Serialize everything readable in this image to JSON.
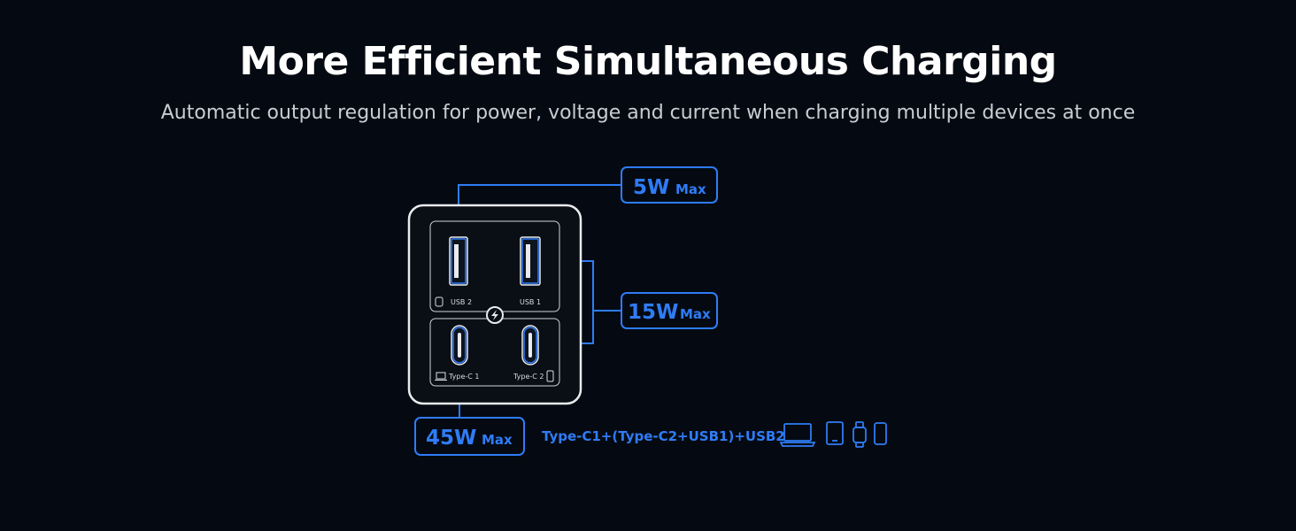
{
  "headline": "More Efficient Simultaneous Charging",
  "subhead": "Automatic output regulation for power, voltage and current when charging multiple devices at once",
  "charger": {
    "ports": {
      "usb2": "USB 2",
      "usb1": "USB 1",
      "typec1": "Type-C 1",
      "typec2": "Type-C 2"
    },
    "center_icon": "charging-logo-icon"
  },
  "callouts": {
    "usb2": {
      "value": "5W",
      "unit": "Max"
    },
    "usb1_typec2": {
      "value": "15W",
      "unit": "Max"
    },
    "typec1": {
      "value": "45W",
      "unit": "Max"
    }
  },
  "combination": "Type-C1+(Type-C2+USB1)+USB2",
  "device_icons": [
    "laptop-icon",
    "tablet-icon",
    "watch-icon",
    "phone-icon"
  ],
  "colors": {
    "background": "#050a12",
    "accent": "#2f7cf6",
    "text": "#ffffff",
    "subtext": "#c9cdd3"
  }
}
